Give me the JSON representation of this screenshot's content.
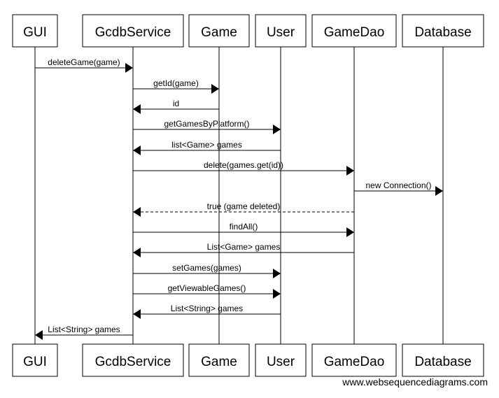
{
  "participants": [
    {
      "id": "gui",
      "label": "GUI"
    },
    {
      "id": "gcdbservice",
      "label": "GcdbService"
    },
    {
      "id": "game",
      "label": "Game"
    },
    {
      "id": "user",
      "label": "User"
    },
    {
      "id": "gamedao",
      "label": "GameDao"
    },
    {
      "id": "database",
      "label": "Database"
    }
  ],
  "messages": [
    {
      "from": "gui",
      "to": "gcdbservice",
      "label": "deleteGame(game)",
      "style": "solid"
    },
    {
      "from": "gcdbservice",
      "to": "game",
      "label": "getId(game)",
      "style": "solid"
    },
    {
      "from": "game",
      "to": "gcdbservice",
      "label": "id",
      "style": "solid"
    },
    {
      "from": "gcdbservice",
      "to": "user",
      "label": "getGamesByPlatform()",
      "style": "solid"
    },
    {
      "from": "user",
      "to": "gcdbservice",
      "label": "list<Game> games",
      "style": "solid"
    },
    {
      "from": "gcdbservice",
      "to": "gamedao",
      "label": "delete(games.get(id))",
      "style": "solid"
    },
    {
      "from": "gamedao",
      "to": "database",
      "label": "new Connection()",
      "style": "solid"
    },
    {
      "from": "gamedao",
      "to": "gcdbservice",
      "label": "true (game deleted)",
      "style": "dashed"
    },
    {
      "from": "gcdbservice",
      "to": "gamedao",
      "label": "findAll()",
      "style": "solid"
    },
    {
      "from": "gamedao",
      "to": "gcdbservice",
      "label": "List<Game> games",
      "style": "solid"
    },
    {
      "from": "gcdbservice",
      "to": "user",
      "label": "setGames(games)",
      "style": "solid"
    },
    {
      "from": "gcdbservice",
      "to": "user",
      "label": "getViewableGames()",
      "style": "solid"
    },
    {
      "from": "user",
      "to": "gcdbservice",
      "label": "List<String> games",
      "style": "solid"
    },
    {
      "from": "gcdbservice",
      "to": "gui",
      "label": "List<String> games",
      "style": "solid"
    }
  ],
  "credit": "www.websequencediagrams.com"
}
